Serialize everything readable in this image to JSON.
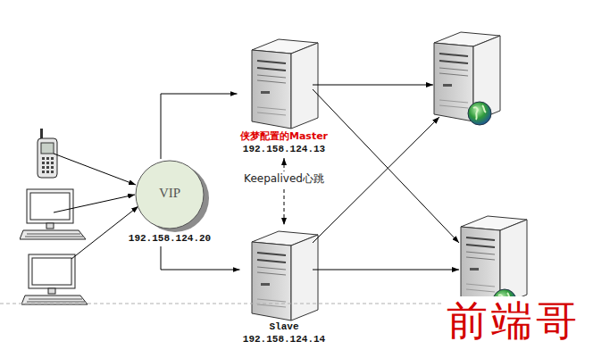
{
  "diagram": {
    "nodes": [
      {
        "text": [
          "VIP",
          "192.158.124.20"
        ]
      },
      {
        "text": [
          "侠梦配置的Master",
          "192.158.124.13"
        ]
      },
      {
        "text": [
          "Slave",
          "192.158.124.14"
        ]
      }
    ],
    "edges": [
      {
        "from": 0,
        "to": 1,
        "arrow": "to"
      },
      {
        "from": 0,
        "to": 2,
        "arrow": "to"
      },
      {
        "from": 1,
        "to": 2,
        "label": "Keepalived心跳",
        "arrow": "both"
      }
    ],
    "labels": [
      "前端哥"
    ]
  }
}
